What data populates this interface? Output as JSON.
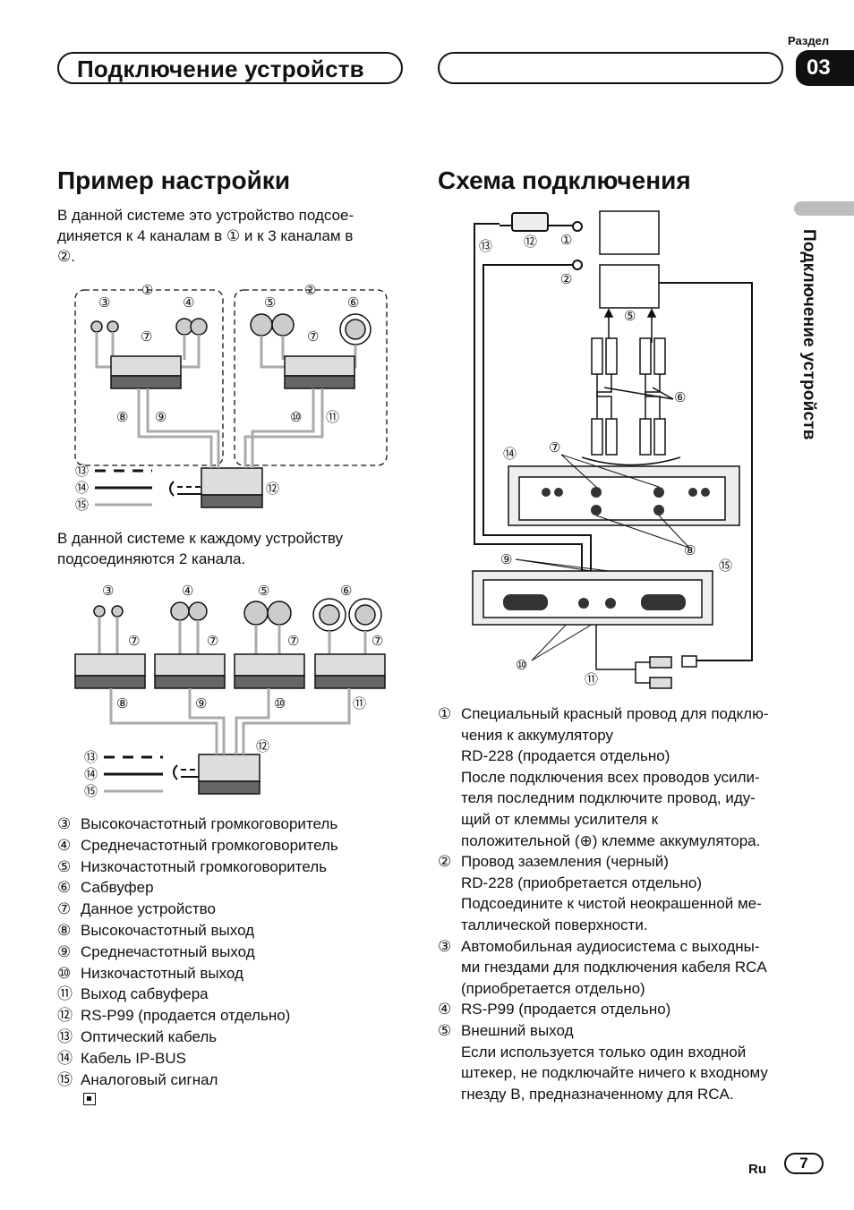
{
  "header": {
    "title": "Подключение устройств",
    "section_label": "Раздел",
    "section_number": "03"
  },
  "side_tab": "Подключение устройств",
  "left": {
    "heading": "Пример настройки",
    "intro": "В данной системе это устройство подсоединяется к 4 каналам в ① и к 3 каналам в ②.",
    "intro_lines": [
      "В данной системе это устройство подсое-",
      "диняется к 4 каналам в ① и к 3 каналам в",
      "②."
    ],
    "second_lines": [
      "В данной системе к каждому устройству",
      "подсоединяются 2 канала."
    ],
    "legend": [
      {
        "num": "③",
        "text": "Высокочастотный громкоговоритель"
      },
      {
        "num": "④",
        "text": "Среднечастотный громкоговоритель"
      },
      {
        "num": "⑤",
        "text": "Низкочастотный громкоговоритель"
      },
      {
        "num": "⑥",
        "text": "Сабвуфер"
      },
      {
        "num": "⑦",
        "text": "Данное устройство"
      },
      {
        "num": "⑧",
        "text": "Высокочастотный выход"
      },
      {
        "num": "⑨",
        "text": "Среднечастотный выход"
      },
      {
        "num": "⑩",
        "text": "Низкочастотный выход"
      },
      {
        "num": "⑪",
        "text": "Выход сабвуфера"
      },
      {
        "num": "⑫",
        "text": "RS-P99 (продается отдельно)"
      },
      {
        "num": "⑬",
        "text": "Оптический кабель"
      },
      {
        "num": "⑭",
        "text": "Кабель IP-BUS"
      },
      {
        "num": "⑮",
        "text": "Аналоговый сигнал"
      }
    ]
  },
  "right": {
    "heading": "Схема подключения",
    "notes": [
      {
        "num": "①",
        "lines": [
          "Специальный красный провод для подклю-",
          "чения к аккумулятору",
          "RD-228 (продается отдельно)",
          "После подключения всех проводов усили-",
          "теля последним подключите провод, иду-",
          "щий от клеммы усилителя к",
          "положительной (⊕) клемме аккумулятора."
        ]
      },
      {
        "num": "②",
        "lines": [
          "Провод заземления (черный)",
          "RD-228 (приобретается отдельно)",
          "Подсоедините к чистой неокрашенной ме-",
          "таллической поверхности."
        ]
      },
      {
        "num": "③",
        "lines": [
          "Автомобильная аудиосистема с выходны-",
          "ми гнездами для подключения кабеля RCA",
          "(приобретается отдельно)"
        ]
      },
      {
        "num": "④",
        "lines": [
          "RS-P99 (продается отдельно)"
        ]
      },
      {
        "num": "⑤",
        "lines": [
          "Внешний выход",
          "Если используется только один входной",
          "штекер, не подключайте ничего к входному",
          "гнезду B, предназначенному для RCA."
        ]
      }
    ]
  },
  "diagram_labels": {
    "n1": "①",
    "n2": "②",
    "n3": "③",
    "n4": "④",
    "n5": "⑤",
    "n6": "⑥",
    "n7": "⑦",
    "n8": "⑧",
    "n9": "⑨",
    "n10": "⑩",
    "n11": "⑪",
    "n12": "⑫",
    "n13": "⑬",
    "n14": "⑭",
    "n15": "⑮"
  },
  "footer": {
    "language": "Ru",
    "page": "7"
  }
}
